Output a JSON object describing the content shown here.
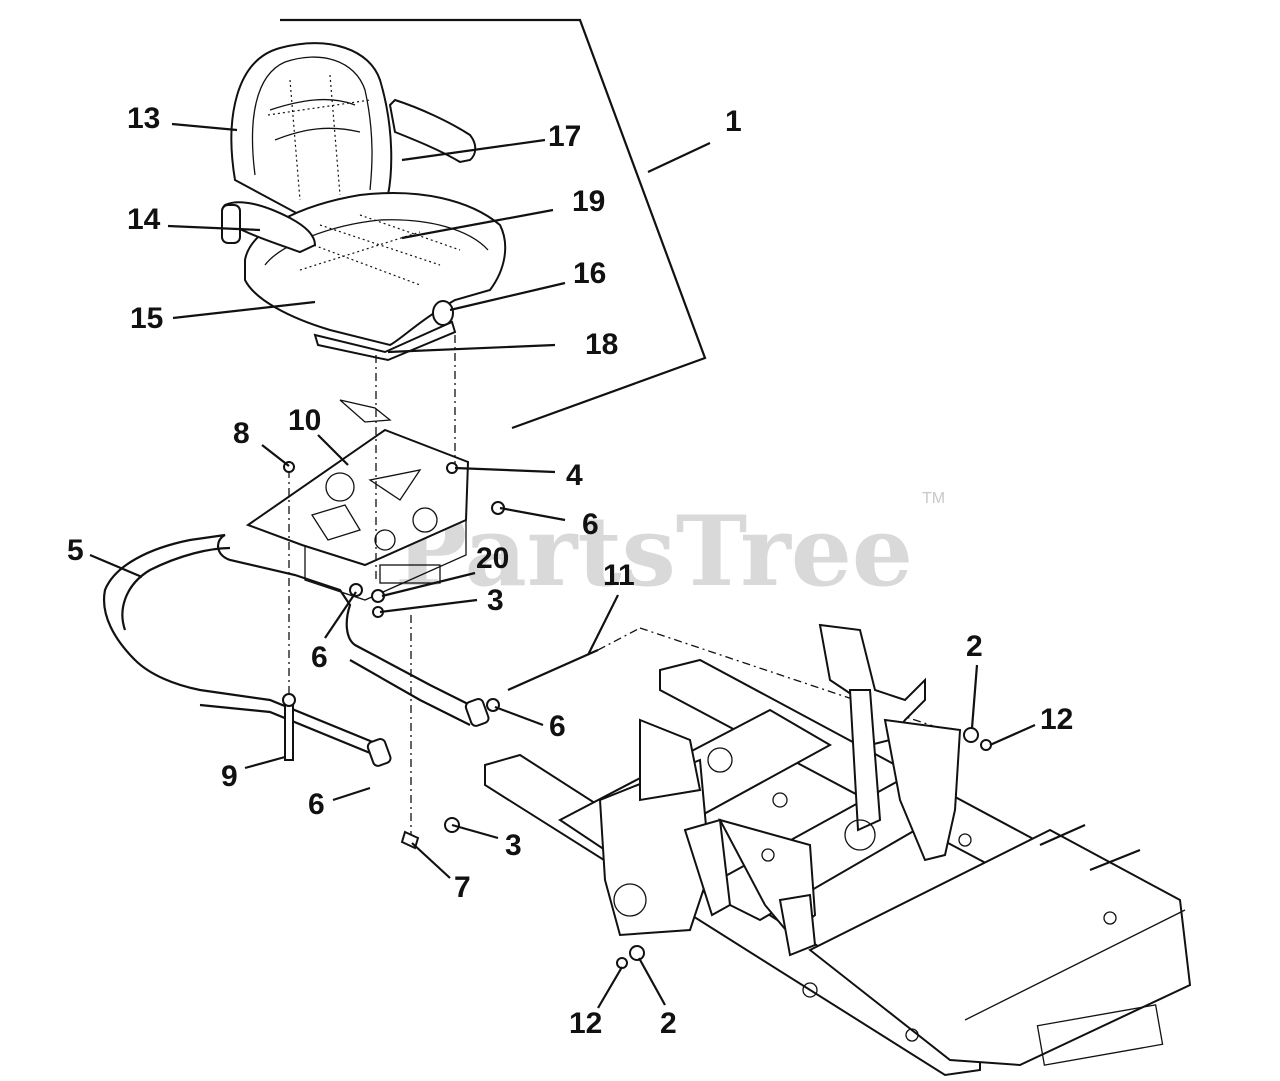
{
  "watermark": {
    "text": "PartsTree",
    "trademark": "TM"
  },
  "callouts": [
    {
      "id": "c1",
      "label": "1"
    },
    {
      "id": "c2a",
      "label": "2"
    },
    {
      "id": "c2b",
      "label": "2"
    },
    {
      "id": "c3a",
      "label": "3"
    },
    {
      "id": "c3b",
      "label": "3"
    },
    {
      "id": "c4",
      "label": "4"
    },
    {
      "id": "c5",
      "label": "5"
    },
    {
      "id": "c6a",
      "label": "6"
    },
    {
      "id": "c6b",
      "label": "6"
    },
    {
      "id": "c6c",
      "label": "6"
    },
    {
      "id": "c6d",
      "label": "6"
    },
    {
      "id": "c7",
      "label": "7"
    },
    {
      "id": "c8",
      "label": "8"
    },
    {
      "id": "c9",
      "label": "9"
    },
    {
      "id": "c10",
      "label": "10"
    },
    {
      "id": "c11",
      "label": "11"
    },
    {
      "id": "c12a",
      "label": "12"
    },
    {
      "id": "c12b",
      "label": "12"
    },
    {
      "id": "c13",
      "label": "13"
    },
    {
      "id": "c14",
      "label": "14"
    },
    {
      "id": "c15",
      "label": "15"
    },
    {
      "id": "c16",
      "label": "16"
    },
    {
      "id": "c17",
      "label": "17"
    },
    {
      "id": "c18",
      "label": "18"
    },
    {
      "id": "c19",
      "label": "19"
    },
    {
      "id": "c20",
      "label": "20"
    }
  ]
}
